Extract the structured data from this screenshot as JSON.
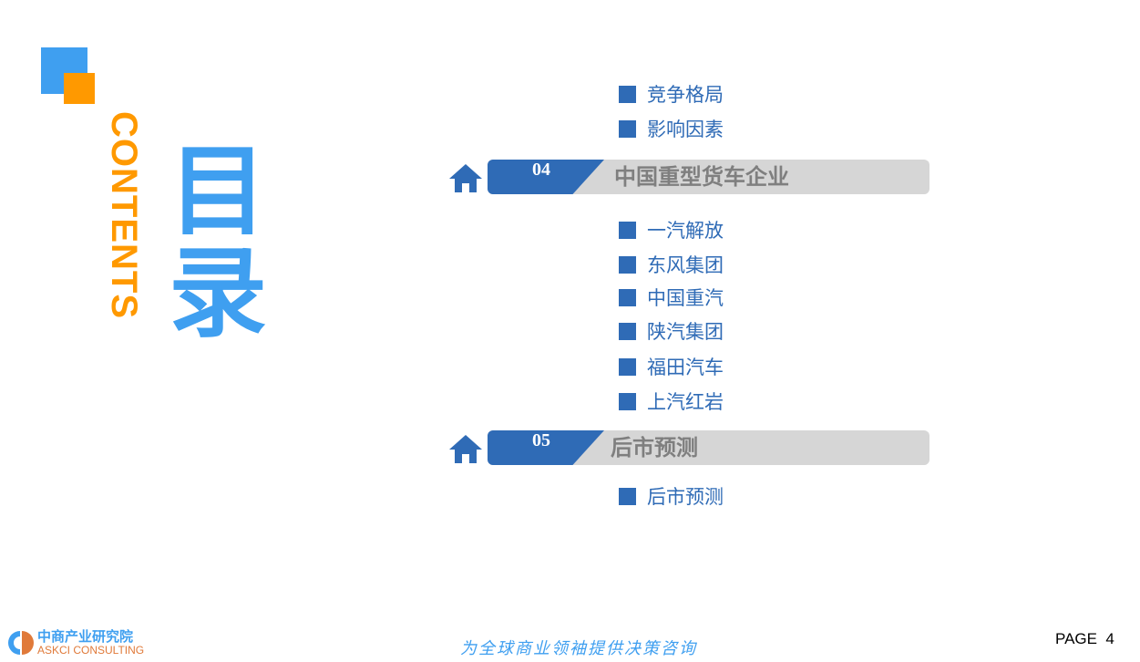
{
  "title": {
    "contents": "CONTENTS",
    "heading": "目录"
  },
  "items_top": [
    "竞争格局",
    "影响因素"
  ],
  "sections": [
    {
      "number": "04",
      "title": "中国重型货车企业",
      "items": [
        "一汽解放",
        "东风集团",
        "中国重汽",
        "陕汽集团",
        "福田汽车",
        "上汽红岩"
      ]
    },
    {
      "number": "05",
      "title": "后市预测",
      "items": [
        "后市预测"
      ]
    }
  ],
  "footer": {
    "logo_cn": "中商产业研究院",
    "logo_en": "ASKCI CONSULTING",
    "slogan": "为全球商业领袖提供决策咨询",
    "page": "PAGE  4"
  },
  "colors": {
    "blue": "#2f6bb6",
    "light_blue": "#3f9ff0",
    "orange": "#ff9900"
  }
}
